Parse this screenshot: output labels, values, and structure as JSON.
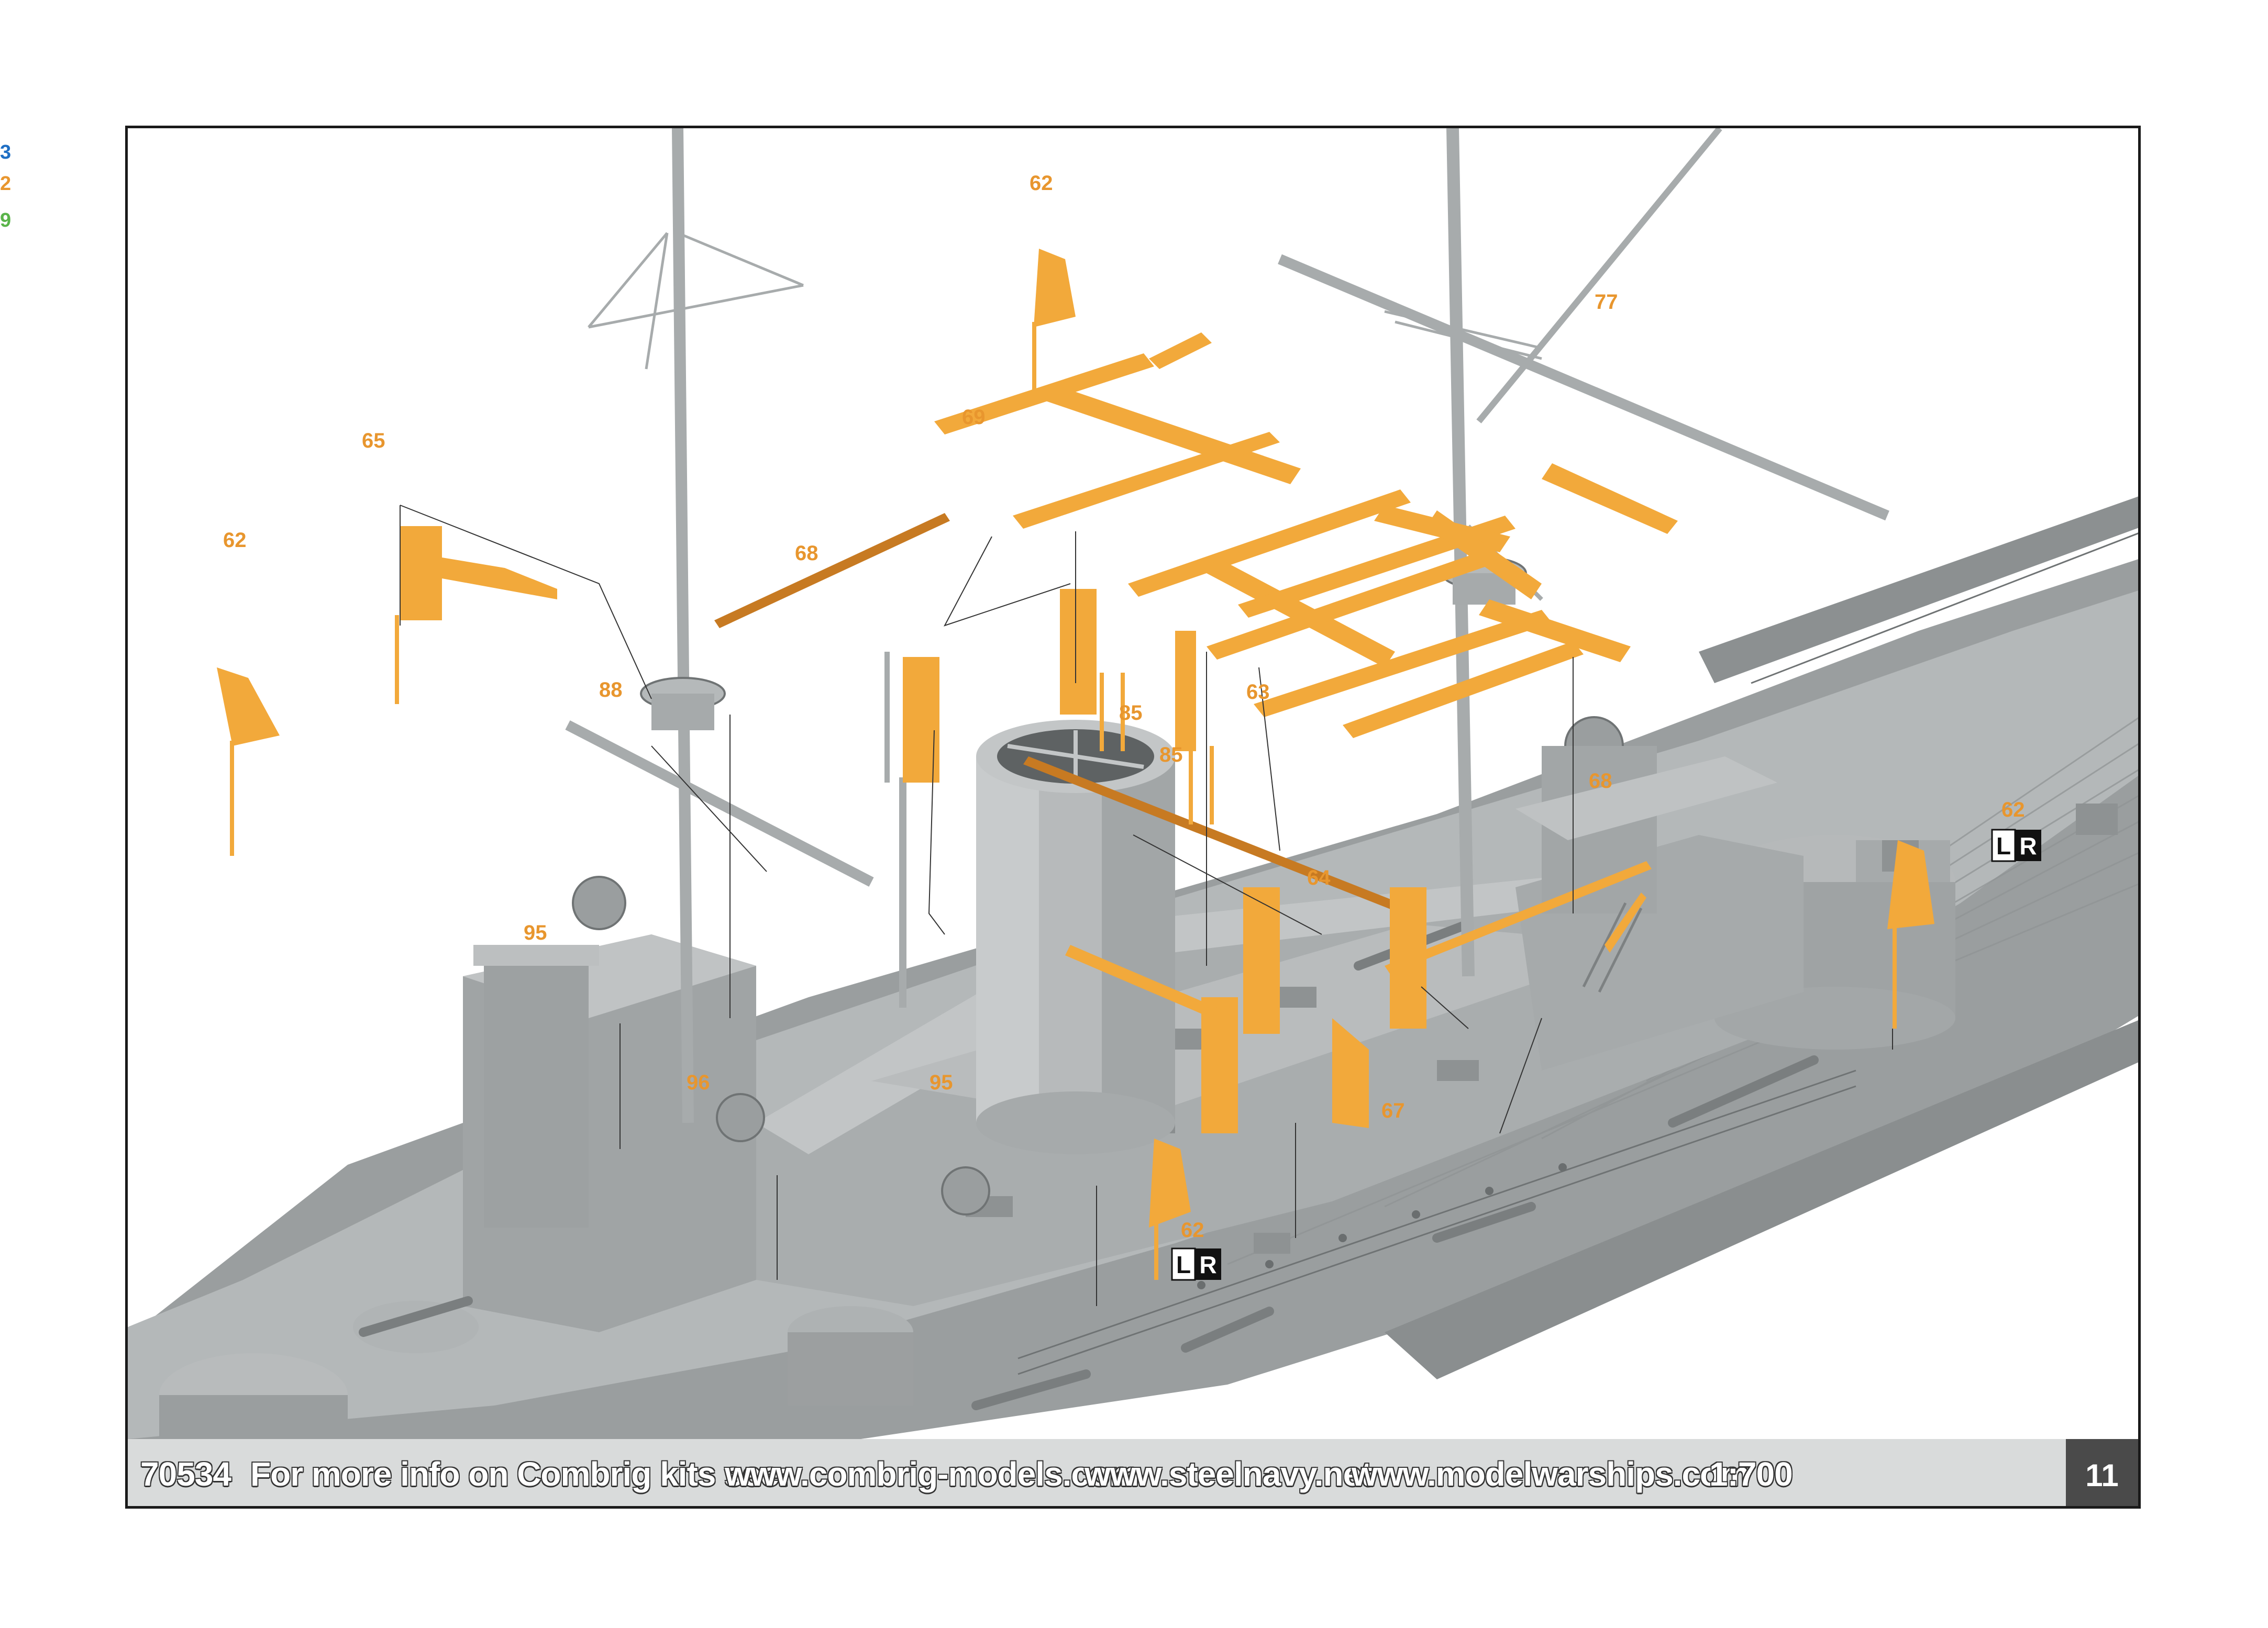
{
  "edge_numbers": [
    {
      "text": "3",
      "color": "#1f6fc4"
    },
    {
      "text": "2",
      "color": "#e8962e"
    },
    {
      "text": "9",
      "color": "#5ab44a"
    }
  ],
  "colors": {
    "hull": "#a3a7a8",
    "hull_dark": "#7f8485",
    "hull_light": "#c4c7c8",
    "pe_parts": "#f2a93b",
    "pe_label": "#e8962e",
    "leader_line": "#333333"
  },
  "part_labels": {
    "p62a": "62",
    "p65": "65",
    "p62b": "62",
    "p68a": "68",
    "p69": "69",
    "p77": "77",
    "p88": "88",
    "p85a": "85",
    "p85b": "85",
    "p63": "63",
    "p68b": "68",
    "p64": "64",
    "p62c": "62",
    "p95a": "95",
    "p96": "96",
    "p95b": "95",
    "p67": "67",
    "p62d": "62"
  },
  "badges": {
    "right": {
      "l": "L",
      "r": "R"
    },
    "center": {
      "l": "L",
      "r": "R"
    }
  },
  "footer": {
    "kit_number": "70534",
    "info_text": "For more info on Combrig kits see:",
    "url1": "www.combrig-models.com",
    "url2": "www.steelnavy.net",
    "url3": "www.modelwarships.com",
    "scale": "1:700",
    "page_number": "11"
  }
}
